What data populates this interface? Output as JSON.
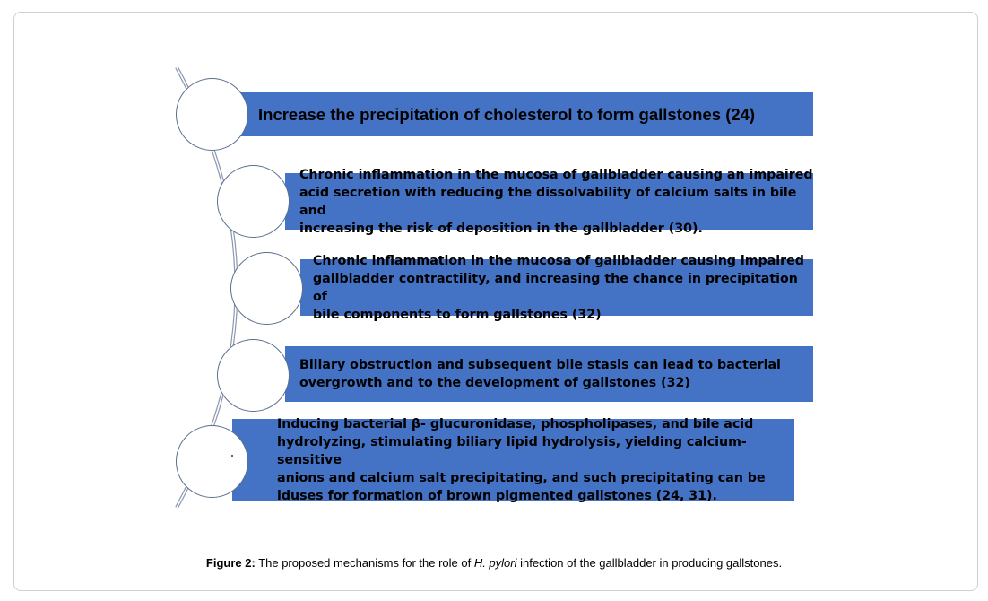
{
  "diagram": {
    "steps": [
      {
        "text": "Increase the precipitation of cholesterol to form gallstones (24)"
      },
      {
        "text": "Chronic inflammation in the mucosa of gallbladder causing an impaired\nacid secretion with reducing the dissolvability of calcium salts in bile and\nincreasing the risk of deposition in the gallbladder (30)."
      },
      {
        "text": "Chronic inflammation in the mucosa of gallbladder causing impaired\ngallbladder contractility, and increasing the chance in precipitation of\nbile components to form gallstones (32)"
      },
      {
        "text": "Biliary obstruction and subsequent bile stasis can lead to bacterial\novergrowth and to the development of gallstones (32)"
      },
      {
        "text": "Inducing bacterial β- glucuronidase, phospholipases, and bile acid\nhydrolyzing, stimulating biliary lipid hydrolysis, yielding calcium- sensitive\nanions and calcium salt precipitating, and  such  precipitating  can  be\niduses  for  formation of brown pigmented gallstones (24, 31)."
      }
    ],
    "colors": {
      "bar": "#4472c4",
      "circle_border": "#5b6f8f"
    }
  },
  "caption": {
    "label": "Figure 2:",
    "text_before": " The proposed mechanisms for the role of ",
    "italic": "H. pylori",
    "text_after": " infection of the gallbladder in producing gallstones."
  }
}
